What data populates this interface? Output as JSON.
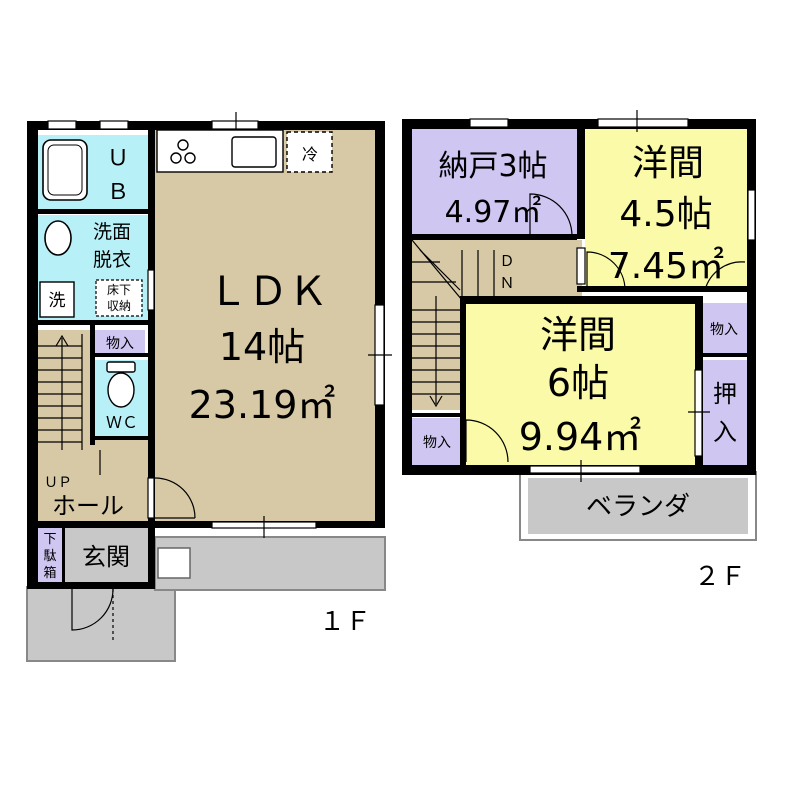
{
  "floor1": {
    "caption": "１Ｆ",
    "ldk": {
      "name": "ＬＤＫ",
      "size": "14帖",
      "area": "23.19㎡"
    },
    "ub": {
      "u": "Ｕ",
      "b": "Ｂ"
    },
    "washroom": {
      "line1": "洗面",
      "line2": "脱衣"
    },
    "washer": "洗",
    "underfloor": {
      "line1": "床下",
      "line2": "収納"
    },
    "storage": "物入",
    "wc": "ＷＣ",
    "up": "ＵＰ",
    "hall": "ホール",
    "entrance": "玄関",
    "shoebox": {
      "c1": "下",
      "c2": "駄",
      "c3": "箱"
    },
    "fridge": "冷"
  },
  "floor2": {
    "caption": "２Ｆ",
    "nando": {
      "name": "納戸3帖",
      "area": "4.97㎡"
    },
    "western1": {
      "name": "洋間",
      "size": "4.5帖",
      "area": "7.45㎡"
    },
    "western2": {
      "name": "洋間",
      "size": "6帖",
      "area": "9.94㎡"
    },
    "dn": {
      "d": "Ｄ",
      "n": "Ｎ"
    },
    "storage_right": "物入",
    "storage_left": "物入",
    "closet": {
      "c1": "押",
      "c2": "入"
    },
    "veranda": "ベランダ"
  },
  "colors": {
    "wall": "#000000",
    "ldk_floor": "#d7c9a5",
    "wet_area": "#b7f1f7",
    "western_room": "#fafaa8",
    "storage": "#cfc6f1",
    "hall_floor": "#d7c9a5",
    "exterior": "#c8c8c8"
  }
}
